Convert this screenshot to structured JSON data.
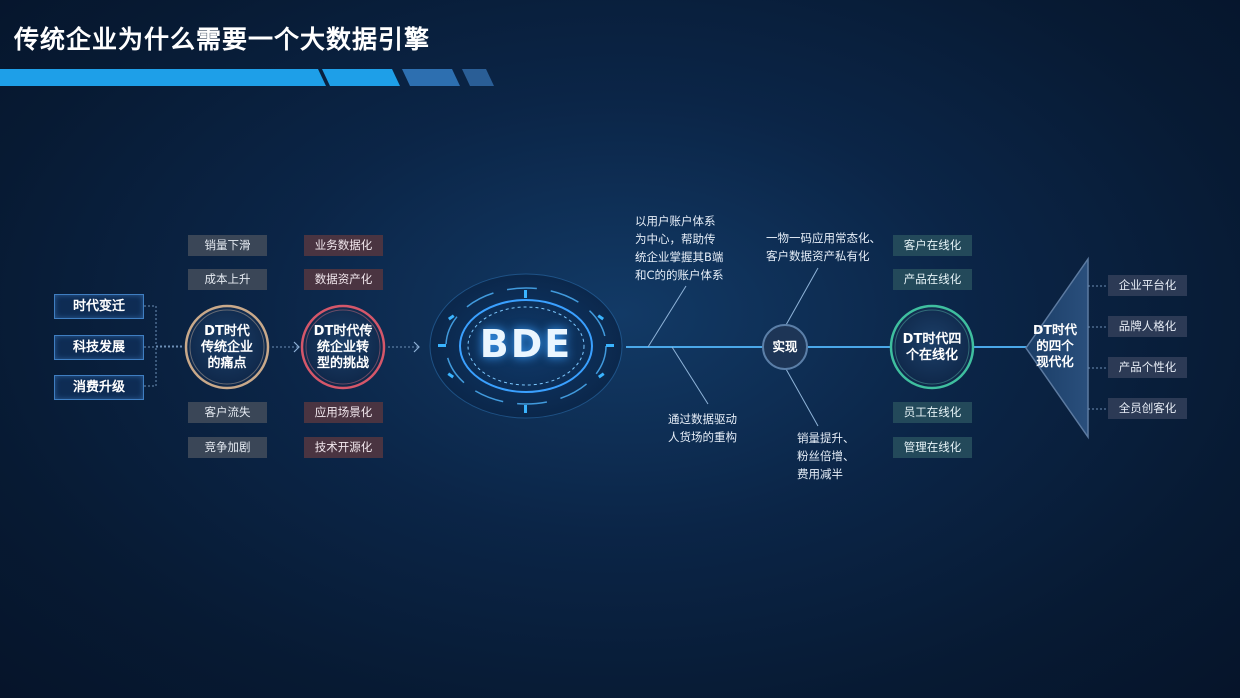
{
  "title": "传统企业为什么需要一个大数据引擎",
  "left_factors": [
    "时代变迁",
    "科技发展",
    "消费升级"
  ],
  "pain_points": {
    "circle_label": "DT时代\n传统企业\n的痛点",
    "top": [
      "销量下滑",
      "成本上升"
    ],
    "bottom": [
      "客户流失",
      "竞争加剧"
    ]
  },
  "challenges": {
    "circle_label": "DT时代传\n统企业转\n型的挑战",
    "top": [
      "业务数据化",
      "数据资产化"
    ],
    "bottom": [
      "应用场景化",
      "技术开源化"
    ]
  },
  "core": {
    "label": "BDE"
  },
  "notes": {
    "upper_left": "以用户账户体系\n为中心，帮助传\n统企业掌握其B端\n和C的的账户体系",
    "lower_left": "通过数据驱动\n人货场的重构",
    "upper_right": "一物一码应用常态化、\n客户数据资产私有化",
    "lower_right": "销量提升、\n粉丝倍增、\n费用减半"
  },
  "realize": {
    "label": "实现"
  },
  "online": {
    "circle_label": "DT时代四\n个在线化",
    "top": [
      "客户在线化",
      "产品在线化"
    ],
    "bottom": [
      "员工在线化",
      "管理在线化"
    ]
  },
  "modernization": {
    "label": "DT时代\n的四个\n现代化",
    "items": [
      "企业平台化",
      "品牌人格化",
      "产品个性化",
      "全员创客化"
    ]
  },
  "colors": {
    "accent": "#1e9fe8",
    "pain_ring": "#c9a98a",
    "challenge_ring": "#d5576a",
    "online_ring": "#3fbf9f",
    "core_glow": "#3aa0ff"
  }
}
